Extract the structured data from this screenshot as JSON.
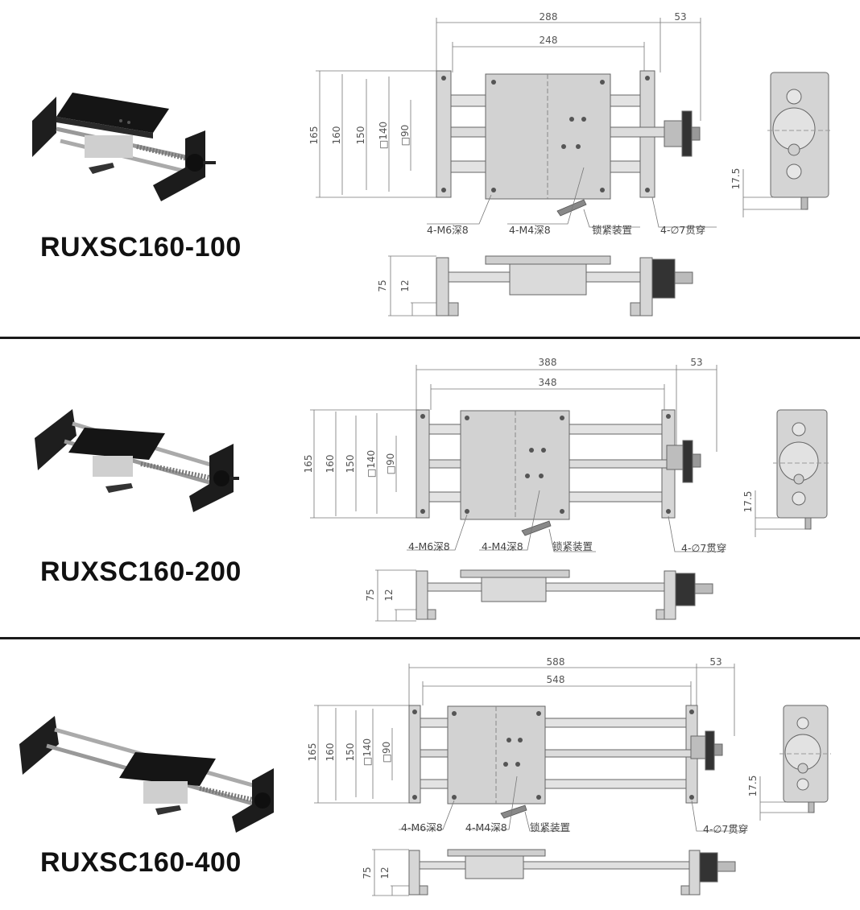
{
  "sections": [
    {
      "model": "RUXSC160-100",
      "dims": {
        "overall_length": "288",
        "hole_pitch": "248",
        "knob_extension": "53",
        "base_width": "165",
        "rail_span": "160",
        "hole_pitch_y": "150",
        "table_size": "□140",
        "table_hole_pitch": "□90",
        "side_height": "17.5",
        "total_height": "75",
        "rail_height": "12"
      }
    },
    {
      "model": "RUXSC160-200",
      "dims": {
        "overall_length": "388",
        "hole_pitch": "348",
        "knob_extension": "53",
        "base_width": "165",
        "rail_span": "160",
        "hole_pitch_y": "150",
        "table_size": "□140",
        "table_hole_pitch": "□90",
        "side_height": "17.5",
        "total_height": "75",
        "rail_height": "12"
      }
    },
    {
      "model": "RUXSC160-400",
      "dims": {
        "overall_length": "588",
        "hole_pitch": "548",
        "knob_extension": "53",
        "base_width": "165",
        "rail_span": "160",
        "hole_pitch_y": "150",
        "table_size": "□140",
        "table_hole_pitch": "□90",
        "side_height": "17.5",
        "total_height": "75",
        "rail_height": "12"
      }
    }
  ],
  "callouts": {
    "m6": "4-M6深8",
    "m4": "4-M4深8",
    "lock": "锁紧装置",
    "through": "4-∅7贯穿"
  }
}
